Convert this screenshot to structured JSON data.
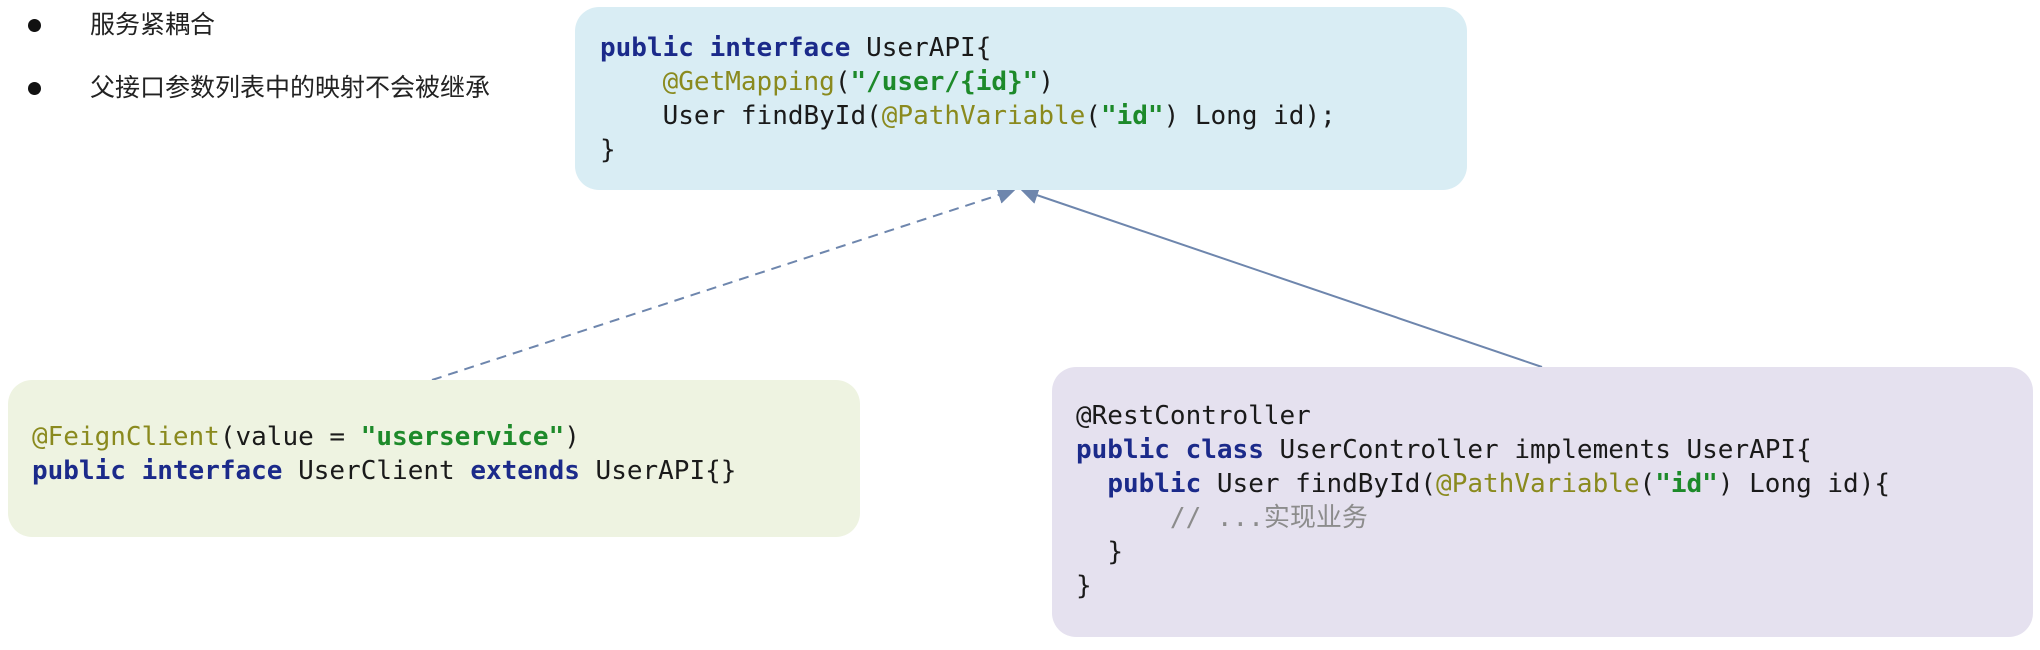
{
  "notes": [
    "服务紧耦合",
    "父接口参数列表中的映射不会被继承"
  ],
  "api_box": {
    "l1_kw1": "public",
    "l1_kw2": "interface",
    "l1_rest": " UserAPI{",
    "l2_ann": "@GetMapping",
    "l2_open": "(",
    "l2_str": "\"/user/{id}\"",
    "l2_close": ")",
    "l3_pre": "User findById(",
    "l3_ann": "@PathVariable",
    "l3_open": "(",
    "l3_str": "\"id\"",
    "l3_post": ") Long id);",
    "l4": "}"
  },
  "client_box": {
    "l1_ann": "@FeignClient",
    "l1_mid": "(value = ",
    "l1_str": "\"userservice\"",
    "l1_close": ")",
    "l2_kw1": "public",
    "l2_kw2": "interface",
    "l2_mid": " UserClient ",
    "l2_kw3": "extends",
    "l2_rest": " UserAPI{}"
  },
  "controller_box": {
    "l1": "@RestController",
    "l2_kw1": "public",
    "l2_kw2": "class",
    "l2_rest": " UserController implements UserAPI{",
    "l3_kw": "public",
    "l3_pre": " User findById(",
    "l3_ann": "@PathVariable",
    "l3_open": "(",
    "l3_str": "\"id\"",
    "l3_post": ") Long id){",
    "l4_cmt": "// ...实现业务",
    "l5": "}",
    "l6": "}"
  },
  "colors": {
    "api_bg": "#d9edf4",
    "client_bg": "#eef3e1",
    "controller_bg": "#e5e1ef",
    "keyword": "#1b2a8a",
    "annotation": "#8a8a1e",
    "string": "#1d8a2a",
    "comment": "#8c8c8c",
    "arrow": "#6e86ad"
  }
}
